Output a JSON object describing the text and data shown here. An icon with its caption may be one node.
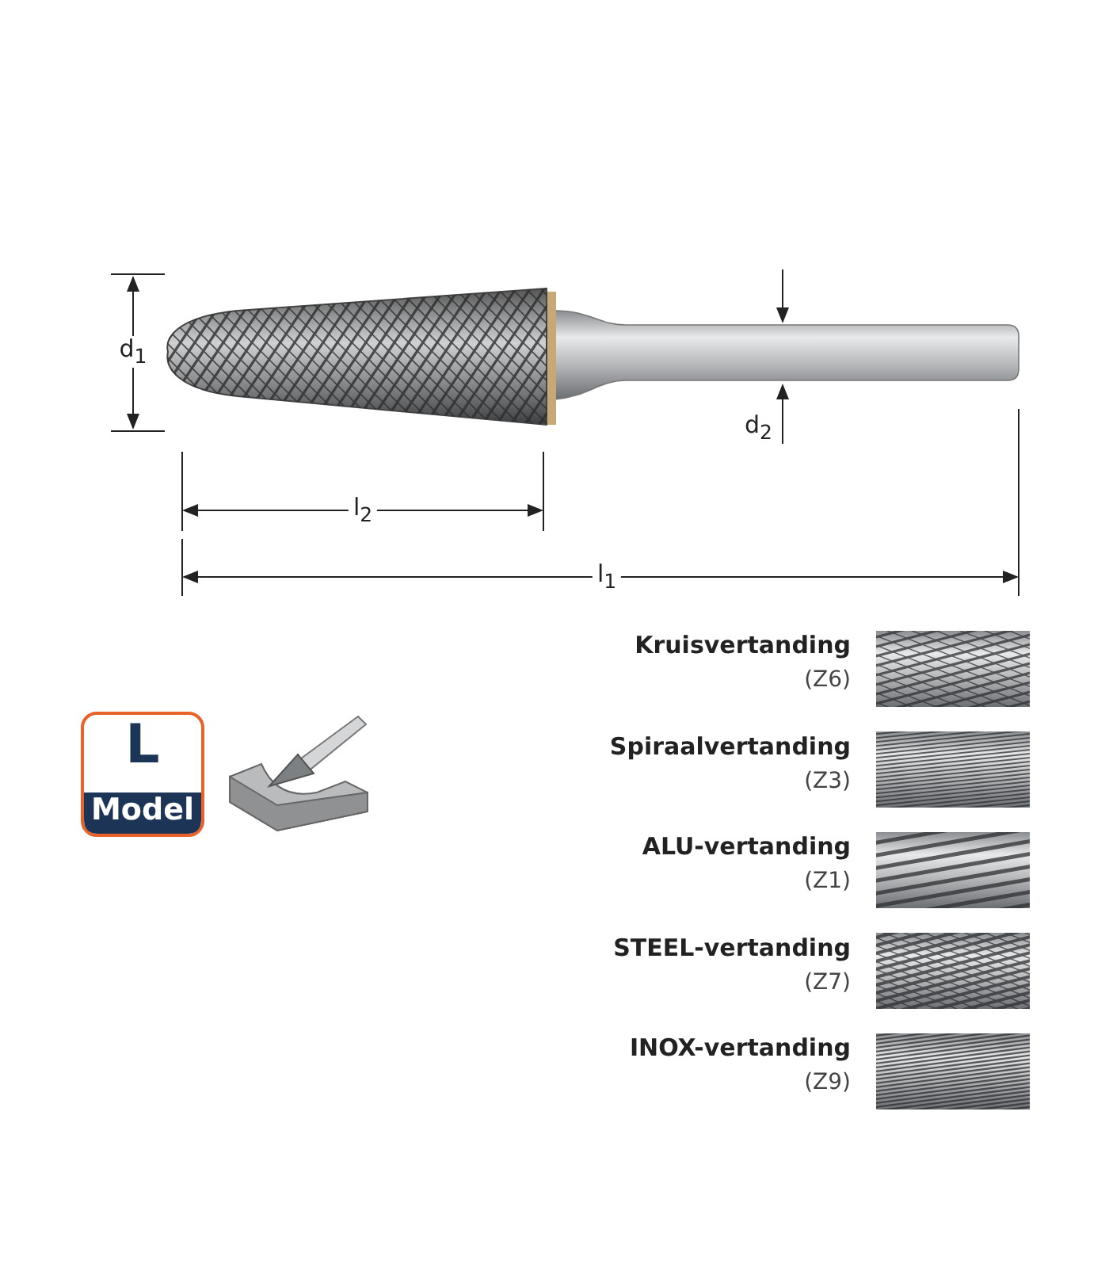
{
  "diagram": {
    "labels": [
      "d$_{1}$",
      "d$_{2}$",
      "l$_{2}$",
      "l$_{1}$",
      "L",
      "Model",
      "Kruisvertanding",
      "(Z6)",
      "Spiraalvertanding",
      "(Z3)",
      "ALU-vertanding",
      "(Z1)",
      "STEEL-vertanding",
      "(Z7)",
      "INOX-vertanding",
      "(Z9)"
    ]
  }
}
